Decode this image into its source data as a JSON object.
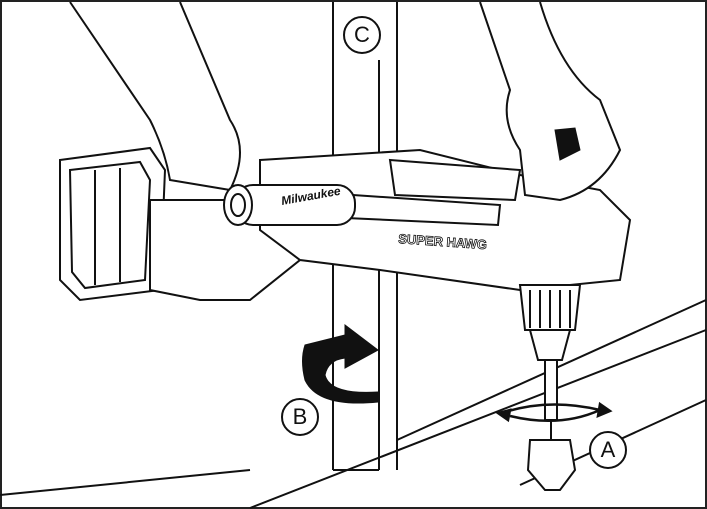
{
  "callouts": {
    "a": "A",
    "b": "B",
    "c": "C"
  },
  "tool": {
    "model_text": "SUPER HAWG",
    "brand_logo": "Milwaukee"
  },
  "colors": {
    "line": "#111111",
    "background": "#ffffff"
  },
  "icons": {
    "rotation": "curved-arrow-icon",
    "bit_rotation": "circular-rotation-arrow-icon"
  }
}
